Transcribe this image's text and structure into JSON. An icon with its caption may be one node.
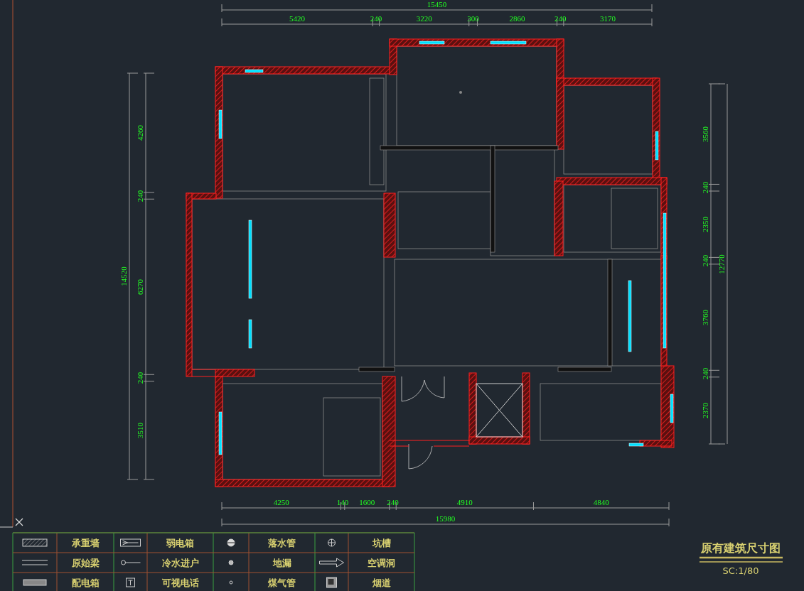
{
  "diagram": {
    "title": "原有建筑尺寸图",
    "labels": [
      "15450",
      "5420",
      "240",
      "3220",
      "300",
      "2860",
      "240",
      "3170",
      "4260",
      "240",
      "6270",
      "240",
      "3510",
      "14520",
      "3560",
      "240",
      "2350",
      "240",
      "3760",
      "240",
      "2370",
      "12770",
      "4250",
      "140",
      "1600",
      "240",
      "4910",
      "4840",
      "15980",
      "SC:1/80"
    ],
    "legend": [
      {
        "text": "承重墙"
      },
      {
        "text": "弱电箱"
      },
      {
        "text": "落水管"
      },
      {
        "text": "坑槽"
      },
      {
        "text": "原始梁"
      },
      {
        "text": "冷水进户"
      },
      {
        "text": "地漏"
      },
      {
        "text": "空调洞"
      },
      {
        "text": "配电箱"
      },
      {
        "text": "可视电话"
      },
      {
        "text": "煤气管"
      },
      {
        "text": "烟道"
      }
    ]
  }
}
